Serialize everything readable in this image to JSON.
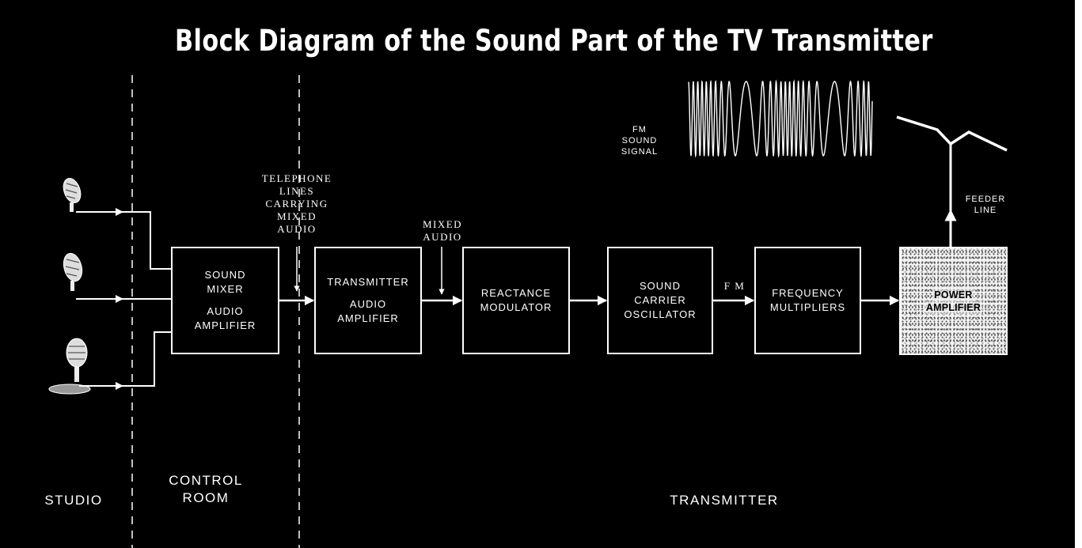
{
  "title": "Block Diagram of the Sound Part of the TV Transmitter",
  "zones": {
    "studio": "STUDIO",
    "control_room": [
      "CONTROL",
      "ROOM"
    ],
    "transmitter": "TRANSMITTER"
  },
  "blocks": {
    "sound_mixer": [
      "SOUND",
      "MIXER",
      "AUDIO",
      "AMPLIFIER"
    ],
    "transmitter_audio": [
      "TRANSMITTER",
      "AUDIO",
      "AMPLIFIER"
    ],
    "reactance": [
      "REACTANCE",
      "MODULATOR"
    ],
    "oscillator": [
      "SOUND",
      "CARRIER",
      "OSCILLATOR"
    ],
    "multipliers": [
      "FREQUENCY",
      "MULTIPLIERS"
    ],
    "power": [
      "POWER",
      "AMPLIFIER"
    ]
  },
  "labels": {
    "telephone": [
      "TELEPHONE",
      "LINES",
      "CARRYING",
      "MIXED",
      "AUDIO"
    ],
    "mixed_audio": [
      "MIXED",
      "AUDIO"
    ],
    "fm": "F M",
    "fm_signal": [
      "FM",
      "SOUND",
      "SIGNAL"
    ],
    "feeder": [
      "FEEDER",
      "LINE"
    ]
  },
  "colors": {
    "background": "#000000",
    "foreground": "#ffffff",
    "power_fill": "#f2f2f2"
  },
  "icons": [
    "microphone-icon",
    "microphone-icon",
    "desk-microphone-icon",
    "antenna-icon"
  ]
}
